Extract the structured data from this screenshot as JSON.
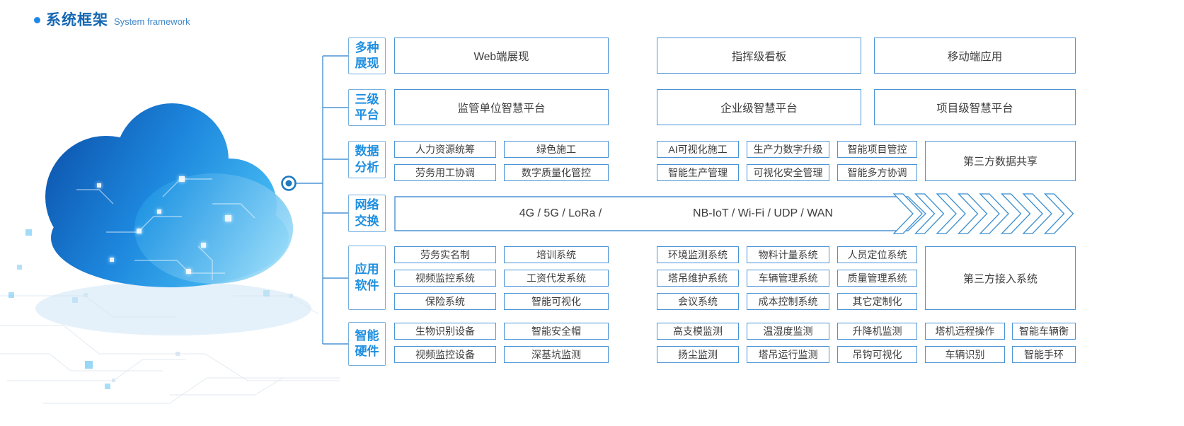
{
  "title": {
    "zh": "系统框架",
    "en": "System framework"
  },
  "colors": {
    "accent": "#1e88e5",
    "title_text": "#1467b3",
    "box_border": "#4a94d6",
    "category_text": "#1e8fe0",
    "box_text": "#3d3d3d",
    "chevron_stroke": "#3a8fd0",
    "cloud_dark": "#0d55ae",
    "cloud_light": "#8edcfa"
  },
  "categories": [
    {
      "line1": "多种",
      "line2": "展现"
    },
    {
      "line1": "三级",
      "line2": "平台"
    },
    {
      "line1": "数据",
      "line2": "分析"
    },
    {
      "line1": "网络",
      "line2": "交换"
    },
    {
      "line1": "应用",
      "line2": "软件"
    },
    {
      "line1": "智能",
      "line2": "硬件"
    }
  ],
  "display_row": [
    "Web端展现",
    "指挥级看板",
    "移动端应用"
  ],
  "platform_row": [
    "监管单位智慧平台",
    "企业级智慧平台",
    "项目级智慧平台"
  ],
  "data_analysis": {
    "row1": [
      "人力资源统筹",
      "绿色施工",
      "AI可视化施工",
      "生产力数字升级",
      "智能项目管控"
    ],
    "row2": [
      "劳务用工协调",
      "数字质量化管控",
      "智能生产管理",
      "可视化安全管理",
      "智能多方协调"
    ],
    "share_box": "第三方数据共享"
  },
  "network": {
    "label_left": "4G / 5G / LoRa /",
    "label_right": "NB-IoT / Wi-Fi / UDP / WAN"
  },
  "app_software": {
    "row1": [
      "劳务实名制",
      "培训系统",
      "环境监测系统",
      "物料计量系统",
      "人员定位系统"
    ],
    "row2": [
      "视频监控系统",
      "工资代发系统",
      "塔吊维护系统",
      "车辆管理系统",
      "质量管理系统"
    ],
    "row3": [
      "保险系统",
      "智能可视化",
      "会议系统",
      "成本控制系统",
      "其它定制化"
    ],
    "access_box": "第三方接入系统"
  },
  "smart_hardware": {
    "row1": [
      "生物识别设备",
      "智能安全帽",
      "高支模监测",
      "温湿度监测",
      "升降机监测",
      "塔机远程操作",
      "智能车辆衡"
    ],
    "row2": [
      "视频监控设备",
      "深基坑监测",
      "扬尘监测",
      "塔吊运行监测",
      "吊钩可视化",
      "车辆识别",
      "智能手环"
    ]
  }
}
